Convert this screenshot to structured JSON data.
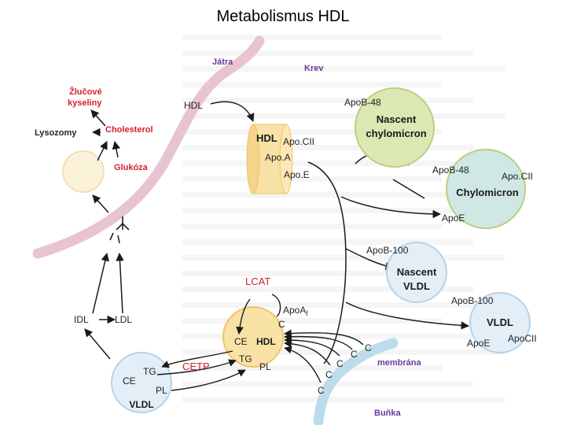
{
  "title": "Metabolismus HDL",
  "colors": {
    "membrane": "#e8c4d2",
    "membrane_blue": "#bcdcec",
    "liver_cell": "#fbf2da",
    "hdl_fill": "#f9e2a6",
    "hdl_edge": "#f0c36a",
    "chylo_fill": "#dbe8b4",
    "chylo_edge": "#b9cf82",
    "chylo2_fill": "#cfe8e4",
    "vldl_fill": "#e4eef6",
    "vldl_edge": "#b3d2ea",
    "arrow": "#1a1a1a",
    "red_label": "#d2222a",
    "purple_label": "#6c3a98",
    "ghost_text": "#e3e3e3"
  },
  "labels": {
    "jatra": "Játra",
    "krev": "Krev",
    "zlucove": "Žlučové",
    "kyseliny": "kyseliny",
    "cholesterol": "Cholesterol",
    "lysozomy": "Lysozomy",
    "glukoza": "Glukóza",
    "hdl_in": "HDL",
    "idl": "IDL",
    "ldl": "LDL",
    "lcat": "LCAT",
    "cetp": "CETP",
    "membrana": "membrána",
    "bunka": "Buňka"
  },
  "hdl_top": {
    "name": "HDL",
    "apocii": "Apo.CII",
    "apoa": "Apo.A",
    "apoe": "Apo.E"
  },
  "nascent_chylo": {
    "apob": "ApoB-48",
    "line1": "Nascent",
    "line2": "chylomicron"
  },
  "chylomicron": {
    "apob": "ApoB-48",
    "apocii": "Apo.CII",
    "name": "Chylomicron",
    "apoe": "ApoE"
  },
  "nascent_vldl": {
    "apob": "ApoB-100",
    "line1": "Nascent",
    "line2": "VLDL"
  },
  "vldl_right": {
    "apob": "ApoB-100",
    "name": "VLDL",
    "apoe": "ApoE",
    "apocii": "ApoCII"
  },
  "hdl_bottom": {
    "apoa": "ApoA",
    "apoa_sub": "I",
    "c": "C",
    "ce": "CE",
    "hdl": "HDL",
    "tg": "TG",
    "pl": "PL"
  },
  "vldl_bottom": {
    "tg": "TG",
    "ce": "CE",
    "pl": "PL",
    "name": "VLDL"
  },
  "c_labels": [
    "C",
    "C",
    "C",
    "C",
    "C"
  ]
}
